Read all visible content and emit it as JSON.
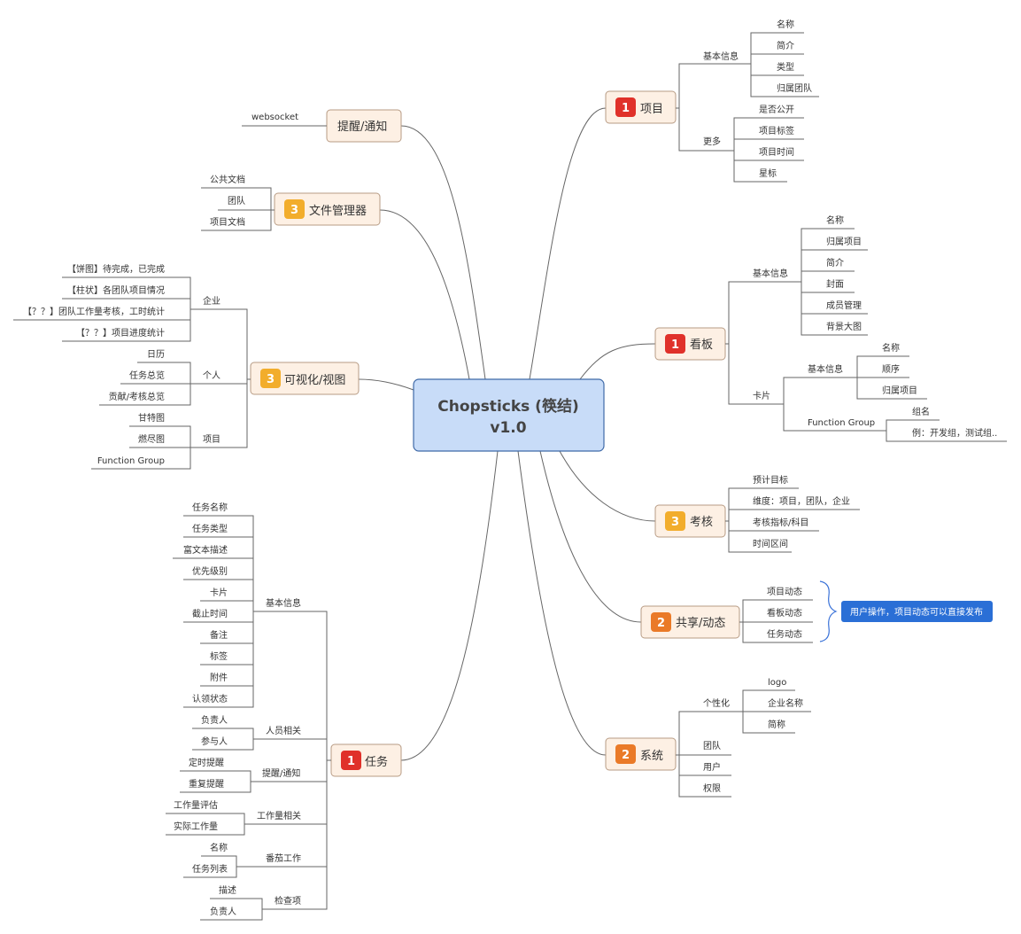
{
  "center": {
    "line1": "Chopsticks (筷结)",
    "line2": "v1.0"
  },
  "colors": {
    "p1": "#e0312a",
    "p2": "#ea7a28",
    "p3": "#f2ad2c",
    "note": "#2a6fd6",
    "center": "#c8dcf8"
  },
  "topics": {
    "project": {
      "priority": "1",
      "label": "项目",
      "basic": {
        "label": "基本信息",
        "items": [
          "名称",
          "简介",
          "类型",
          "归属团队"
        ]
      },
      "more": {
        "label": "更多",
        "items": [
          "是否公开",
          "项目标签",
          "项目时间",
          "星标"
        ]
      }
    },
    "board": {
      "priority": "1",
      "label": "看板",
      "basic": {
        "label": "基本信息",
        "items": [
          "名称",
          "归属项目",
          "简介",
          "封面",
          "成员管理",
          "背景大图"
        ]
      },
      "card": {
        "label": "卡片",
        "basic": {
          "label": "基本信息",
          "items": [
            "名称",
            "顺序",
            "归属项目"
          ]
        },
        "fg": {
          "label": "Function Group",
          "items": [
            "组名",
            "例：开发组，测试组.."
          ]
        }
      }
    },
    "assess": {
      "priority": "3",
      "label": "考核",
      "items": [
        "预计目标",
        "维度：项目，团队，企业",
        "考核指标/科目",
        "时间区间"
      ]
    },
    "share": {
      "priority": "2",
      "label": "共享/动态",
      "items": [
        "项目动态",
        "看板动态",
        "任务动态"
      ],
      "note": "用户操作，项目动态可以直接发布"
    },
    "system": {
      "priority": "2",
      "label": "系统",
      "personal": {
        "label": "个性化",
        "items": [
          "logo",
          "企业名称",
          "简称"
        ]
      },
      "items": [
        "团队",
        "用户",
        "权限"
      ]
    },
    "notify": {
      "label": "提醒/通知",
      "items": [
        "websocket"
      ]
    },
    "files": {
      "priority": "3",
      "label": "文件管理器",
      "items": [
        "公共文档",
        "团队",
        "项目文档"
      ]
    },
    "viz": {
      "priority": "3",
      "label": "可视化/视图",
      "enterprise": {
        "label": "企业",
        "items": [
          "【饼图】待完成，已完成",
          "【柱状】各团队项目情况",
          "【？？】团队工作量考核，工时统计",
          "【？？】项目进度统计"
        ]
      },
      "personal": {
        "label": "个人",
        "items": [
          "日历",
          "任务总览",
          "贡献/考核总览"
        ]
      },
      "project": {
        "label": "项目",
        "items": [
          "甘特图",
          "燃尽图",
          "Function Group"
        ]
      }
    },
    "task": {
      "priority": "1",
      "label": "任务",
      "groups": [
        {
          "label": "基本信息",
          "items": [
            "任务名称",
            "任务类型",
            "富文本描述",
            "优先级别",
            "卡片",
            "截止时间",
            "备注",
            "标签",
            "附件",
            "认领状态"
          ]
        },
        {
          "label": "人员相关",
          "items": [
            "负责人",
            "参与人"
          ]
        },
        {
          "label": "提醒/通知",
          "items": [
            "定时提醒",
            "重复提醒"
          ]
        },
        {
          "label": "工作量相关",
          "items": [
            "工作量评估",
            "实际工作量"
          ]
        },
        {
          "label": "番茄工作",
          "items": [
            "名称",
            "任务列表"
          ]
        },
        {
          "label": "检查项",
          "items": [
            "描述",
            "负责人"
          ]
        }
      ]
    }
  }
}
